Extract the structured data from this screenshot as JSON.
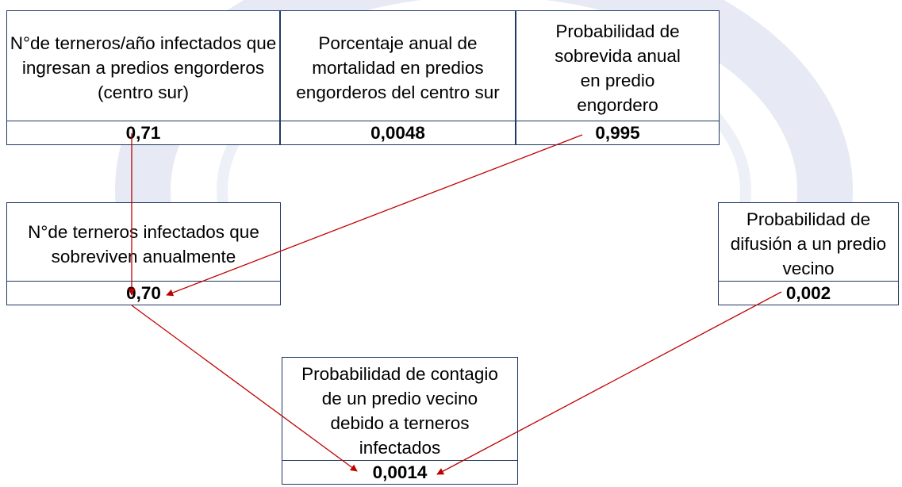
{
  "boxes": {
    "b1": {
      "label": "N°de terneros/año infectados que ingresan a predios engorderos (centro sur)",
      "value": "0,71"
    },
    "b2": {
      "label": "Porcentaje anual de mortalidad en predios engorderos del centro sur",
      "value": "0,0048"
    },
    "b3": {
      "label": "Probabilidad de sobrevida anual en predio engordero",
      "value": "0,995"
    },
    "b4": {
      "label": "N°de terneros infectados que sobreviven anualmente",
      "value": "0,70"
    },
    "b5": {
      "label": "Probabilidad de difusión a un predio vecino",
      "value": "0,002"
    },
    "b6": {
      "label": "Probabilidad de contagio de un predio vecino debido a terneros infectados",
      "value": "0,0014"
    }
  },
  "colors": {
    "border": "#1f3864",
    "arrow": "#c00000",
    "watermark": "#dfe3f1"
  }
}
